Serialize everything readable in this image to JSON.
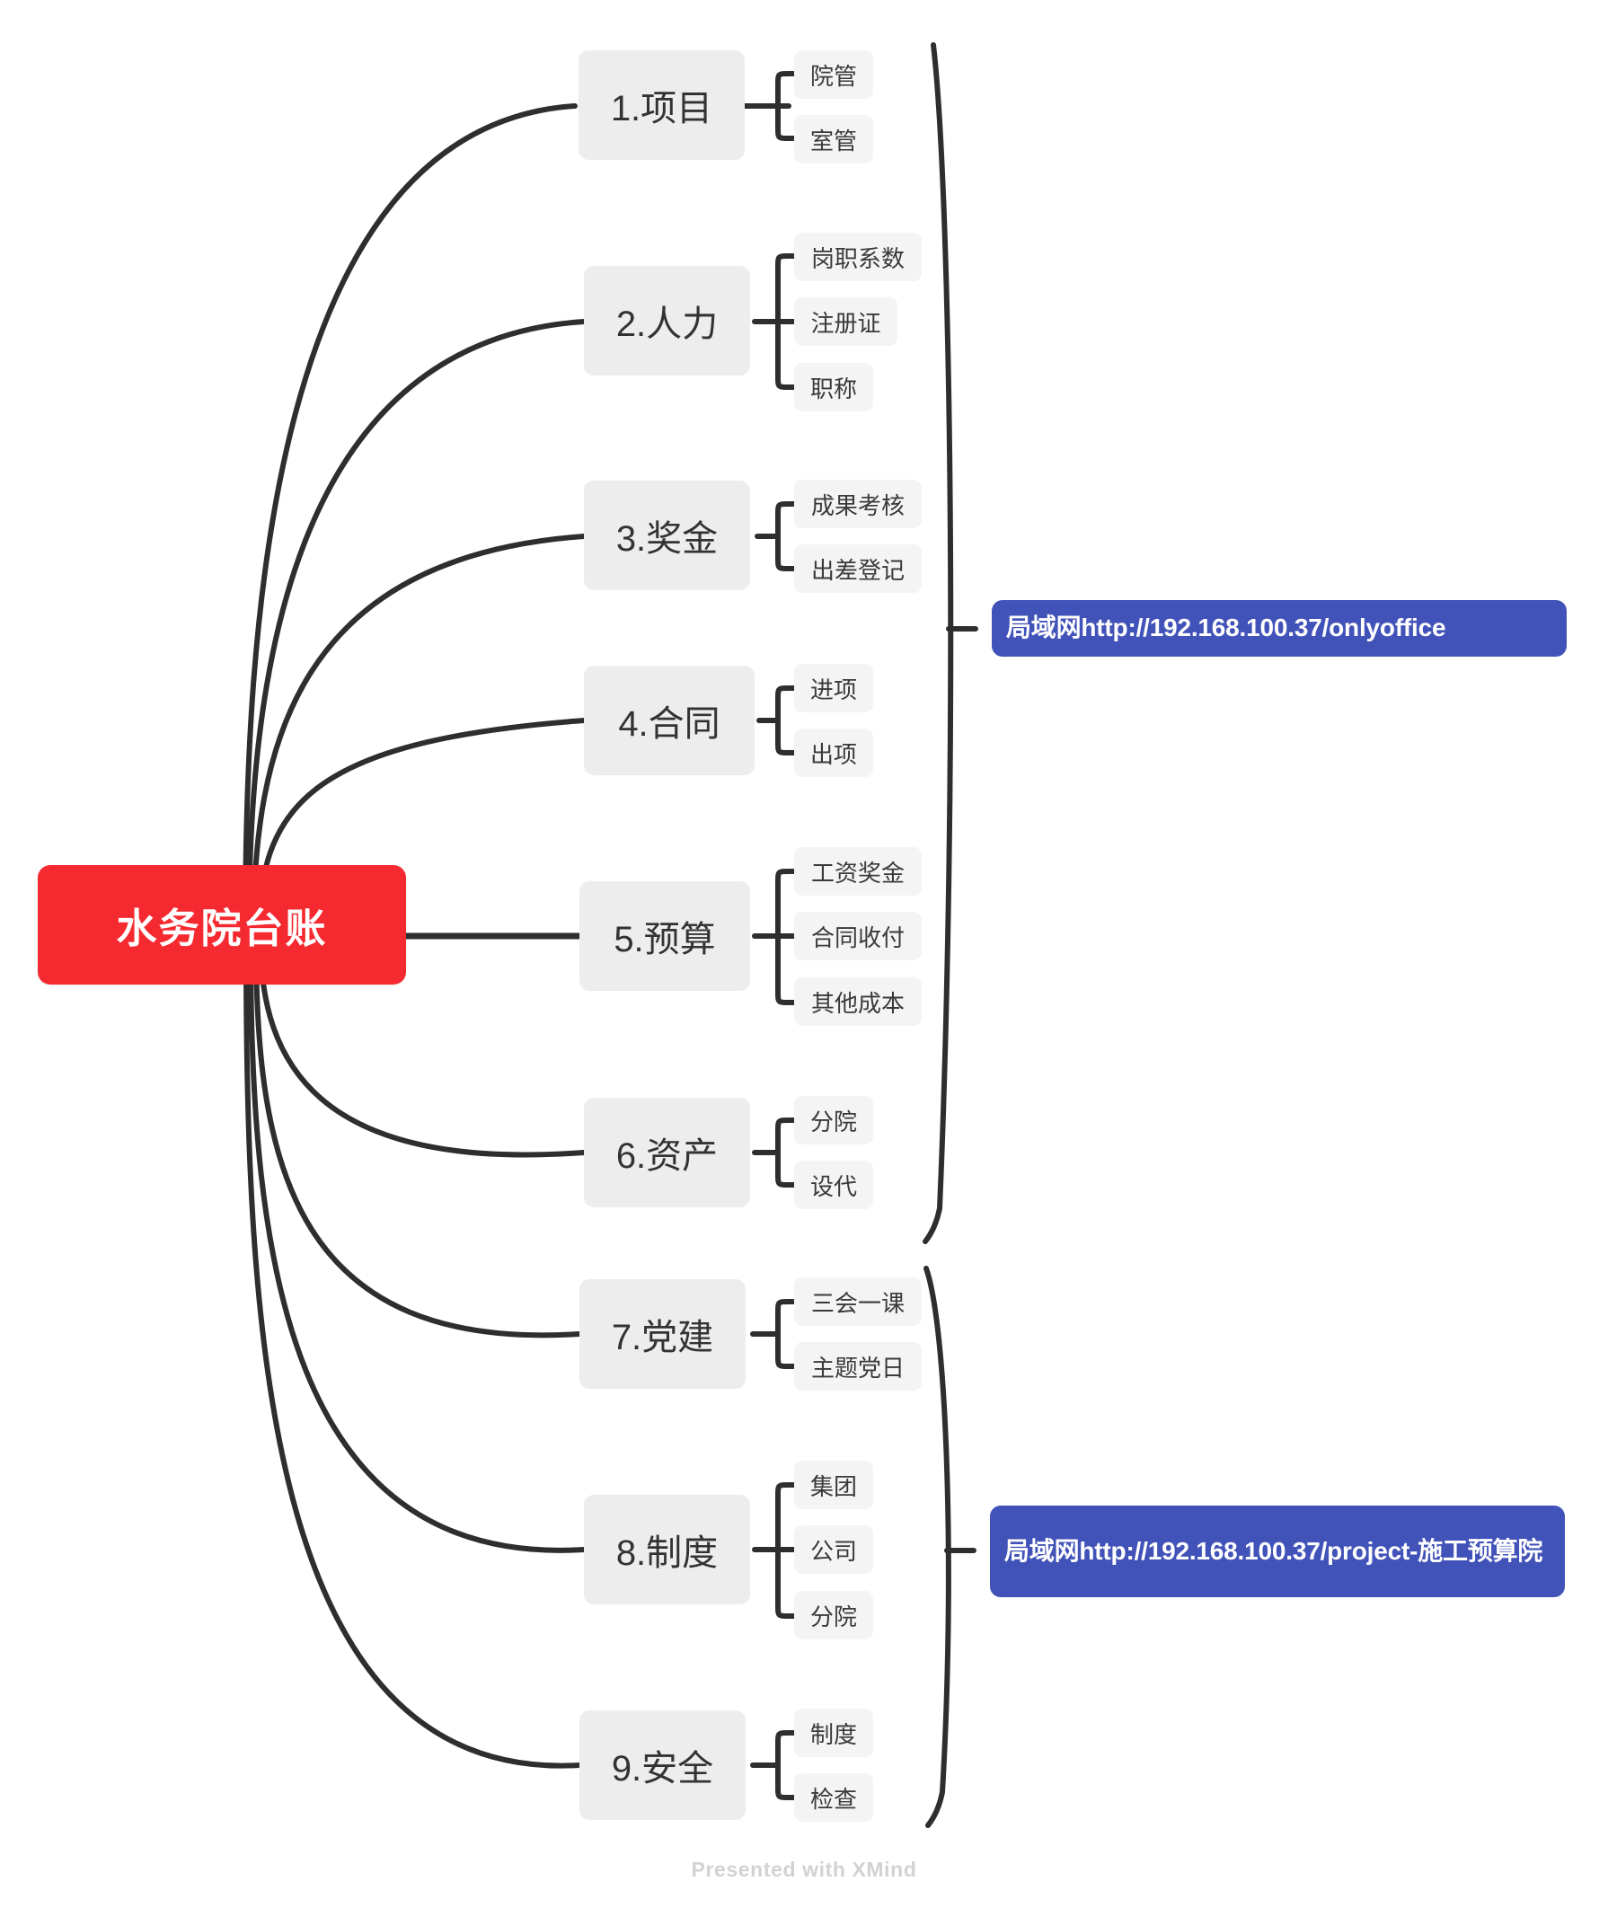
{
  "document": {
    "type": "mindmap",
    "footer_credit": "Presented with XMind",
    "colors": {
      "root_fill": "#F52A30",
      "root_text": "#FFFFFF",
      "branch_fill": "#EDEDED",
      "branch_text": "#333333",
      "leaf_fill": "#F4F4F4",
      "leaf_text": "#3A3A3A",
      "callout_fill": "#4152B8",
      "callout_text": "#FFFFFF",
      "line": "#2E2E2E",
      "background": "#FFFFFF"
    }
  },
  "root": {
    "label": "水务院台账"
  },
  "branches": [
    {
      "label": "1.项目",
      "children": [
        {
          "label": "院管"
        },
        {
          "label": "室管"
        }
      ]
    },
    {
      "label": "2.人力",
      "children": [
        {
          "label": "岗职系数"
        },
        {
          "label": "注册证"
        },
        {
          "label": "职称"
        }
      ]
    },
    {
      "label": "3.奖金",
      "children": [
        {
          "label": "成果考核"
        },
        {
          "label": "出差登记"
        }
      ]
    },
    {
      "label": "4.合同",
      "children": [
        {
          "label": "进项"
        },
        {
          "label": "出项"
        }
      ]
    },
    {
      "label": "5.预算",
      "children": [
        {
          "label": "工资奖金"
        },
        {
          "label": "合同收付"
        },
        {
          "label": "其他成本"
        }
      ]
    },
    {
      "label": "6.资产",
      "children": [
        {
          "label": "分院"
        },
        {
          "label": "设代"
        }
      ]
    },
    {
      "label": "7.党建",
      "children": [
        {
          "label": "三会一课"
        },
        {
          "label": "主题党日"
        }
      ]
    },
    {
      "label": "8.制度",
      "children": [
        {
          "label": "集团"
        },
        {
          "label": "公司"
        },
        {
          "label": "分院"
        }
      ]
    },
    {
      "label": "9.安全",
      "children": [
        {
          "label": "制度"
        },
        {
          "label": "检查"
        }
      ]
    }
  ],
  "callouts": [
    {
      "label": "局域网http://192.168.100.37/onlyoffice",
      "covers": "1.项目 - 6.资产"
    },
    {
      "label": "局域网http://192.168.100.37/project-施工预算院",
      "covers": "7.党建 - 9.安全"
    }
  ]
}
